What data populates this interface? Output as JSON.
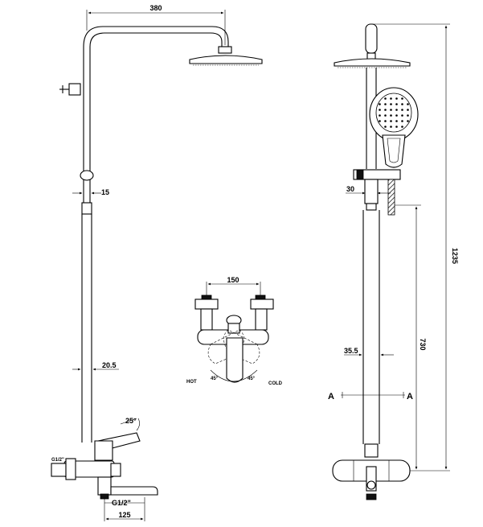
{
  "left_view": {
    "dims": {
      "width_top": "380",
      "pipe_upper": "15",
      "pipe_lower": "20.5",
      "lever_angle": "25°",
      "inlet_thread": "G1/2\"",
      "outlet_thread": "G1/2\"",
      "spacing_bottom": "125"
    }
  },
  "center_view": {
    "dims": {
      "center_distance": "150",
      "hot_angle": "45°",
      "cold_angle": "45°"
    },
    "labels": {
      "hot": "HOT",
      "cold": "COLD"
    }
  },
  "right_view": {
    "dims": {
      "pipe_upper": "30",
      "pipe_lower": "35.5",
      "height_total": "1235",
      "height_slide": "730"
    },
    "section": {
      "left": "A",
      "right": "A"
    }
  }
}
